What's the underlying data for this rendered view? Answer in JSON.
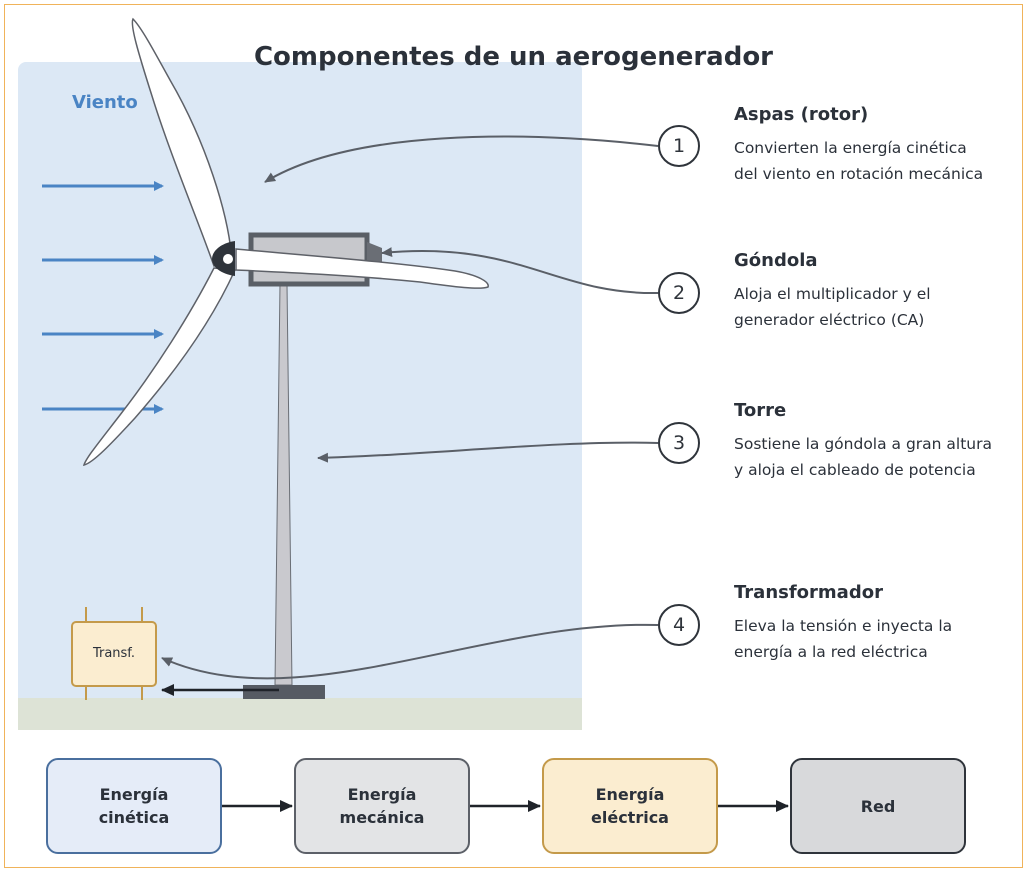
{
  "title": "Componentes de un aerogenerador",
  "wind_label": "Viento",
  "components": [
    {
      "number": "1",
      "name": "Aspas (rotor)",
      "line1": "Convierten la energía cinética",
      "line2": "del viento en rotación mecánica"
    },
    {
      "number": "2",
      "name": "Góndola",
      "line1": "Aloja el multiplicador y el",
      "line2": "generador eléctrico (CA)"
    },
    {
      "number": "3",
      "name": "Torre",
      "line1": "Sostiene la góndola a gran altura",
      "line2": "y aloja el cableado de potencia"
    },
    {
      "number": "4",
      "name": "Transformador",
      "line1": "Eleva la tensión e inyecta la",
      "line2": "energía a la red eléctrica"
    }
  ],
  "transformer_label": "Transf.",
  "flow": [
    {
      "label": "Energía\ncinética"
    },
    {
      "label": "Energía\nmecánica"
    },
    {
      "label": "Energía\neléctrica"
    },
    {
      "label": "Red"
    }
  ],
  "colors": {
    "sky": "#dce8f5",
    "ground": "#dde3d6",
    "wind_arrow": "#4a84c4",
    "frame": "#f0b35a",
    "box_kinetic_fill": "#e5ecf8",
    "box_kinetic_border": "#4a6f9e",
    "box_mechanical_fill": "#e3e4e6",
    "box_mechanical_border": "#5c6068",
    "box_electric_fill": "#fbedd0",
    "box_electric_border": "#c49a4a",
    "box_grid_fill": "#d8d9db",
    "box_grid_border": "#2f343b"
  }
}
